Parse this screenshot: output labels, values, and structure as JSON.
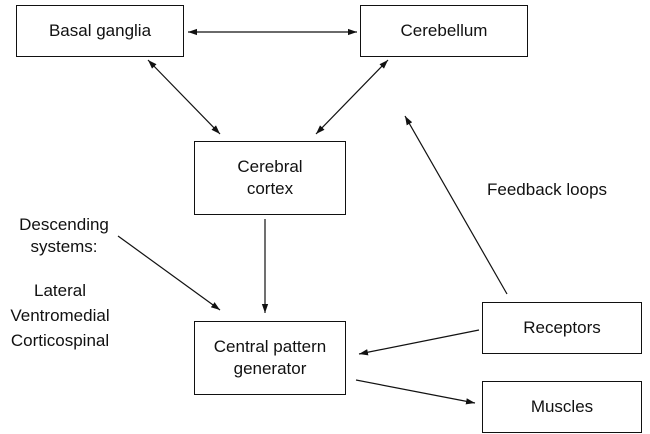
{
  "nodes": {
    "basal_ganglia": "Basal ganglia",
    "cerebellum": "Cerebellum",
    "cerebral_cortex": [
      "Cerebral",
      "cortex"
    ],
    "central_pattern_generator": [
      "Central pattern",
      "generator"
    ],
    "receptors": "Receptors",
    "muscles": "Muscles"
  },
  "labels": {
    "descending_heading": [
      "Descending",
      "systems:"
    ],
    "descending_items": [
      "Lateral",
      "Ventromedial",
      "Corticospinal"
    ],
    "feedback": "Feedback loops"
  },
  "edges": [
    {
      "from": "basal_ganglia",
      "to": "cerebellum",
      "direction": "both"
    },
    {
      "from": "basal_ganglia",
      "to": "cerebral_cortex",
      "direction": "both"
    },
    {
      "from": "cerebellum",
      "to": "cerebral_cortex",
      "direction": "both"
    },
    {
      "from": "cerebral_cortex",
      "to": "central_pattern_generator",
      "direction": "forward"
    },
    {
      "from": "descending_systems",
      "to": "central_pattern_generator",
      "direction": "forward"
    },
    {
      "from": "receptors",
      "to": "central_pattern_generator",
      "direction": "forward"
    },
    {
      "from": "central_pattern_generator",
      "to": "muscles",
      "direction": "forward"
    },
    {
      "from": "receptors",
      "to": "cerebellum",
      "direction": "forward"
    }
  ]
}
